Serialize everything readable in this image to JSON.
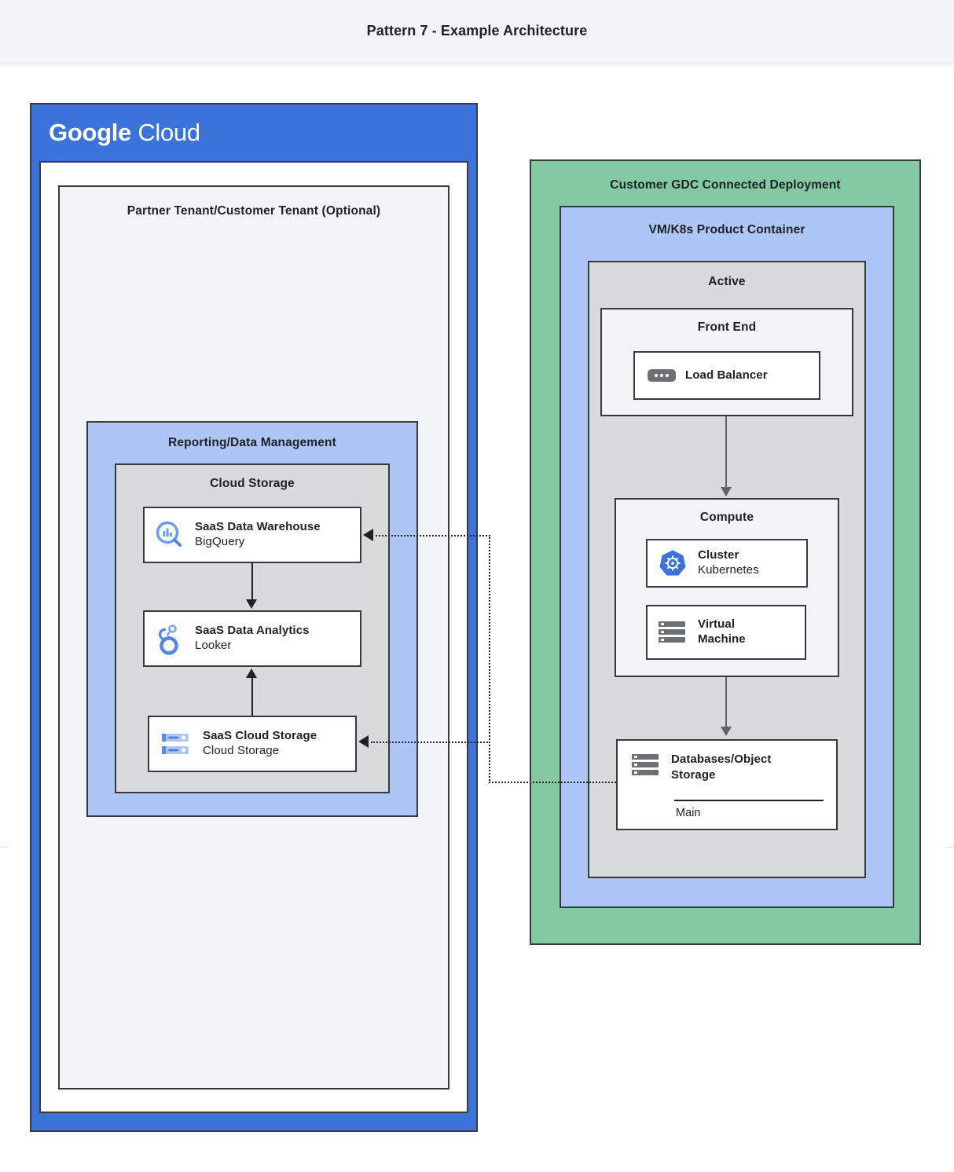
{
  "header": {
    "title": "Pattern 7 - Example Architecture"
  },
  "google_cloud": {
    "logo_bold": "Google",
    "logo_thin": "Cloud",
    "tenant_title": "Partner Tenant/Customer Tenant (Optional)",
    "reporting_title": "Reporting/Data Management",
    "cloud_storage_title": "Cloud Storage",
    "nodes": [
      {
        "title": "SaaS Data Warehouse",
        "subtitle": "BigQuery",
        "icon": "bigquery-icon"
      },
      {
        "title": "SaaS Data Analytics",
        "subtitle": "Looker",
        "icon": "looker-icon"
      },
      {
        "title": "SaaS Cloud Storage",
        "subtitle": "Cloud Storage",
        "icon": "cloud-storage-icon"
      }
    ]
  },
  "customer_gdc": {
    "title": "Customer GDC Connected Deployment",
    "vm_k8s_title": "VM/K8s Product Container",
    "active_title": "Active",
    "front_end_title": "Front End",
    "compute_title": "Compute",
    "load_balancer": {
      "title": "Load Balancer",
      "icon": "load-balancer-icon"
    },
    "cluster": {
      "title": "Cluster",
      "subtitle": "Kubernetes",
      "icon": "kubernetes-icon"
    },
    "virtual_machine": {
      "title_line1": "Virtual",
      "title_line2": "Machine",
      "icon": "virtual-machine-icon"
    },
    "database": {
      "title_line1": "Databases/Object",
      "title_line2": "Storage",
      "sub": "Main",
      "icon": "database-icon"
    }
  },
  "colors": {
    "header_bg": "#f1f3f4",
    "google_blue": "#3b73db",
    "periwinkle": "#aec6f5",
    "green": "#83c9a2",
    "gray_fill": "#d8dadc",
    "light_gray": "#f1f3f4",
    "border": "#37393b",
    "arrow": "#5f6368",
    "icon_blue": "#669df6",
    "icon_gray": "#6c7074"
  }
}
